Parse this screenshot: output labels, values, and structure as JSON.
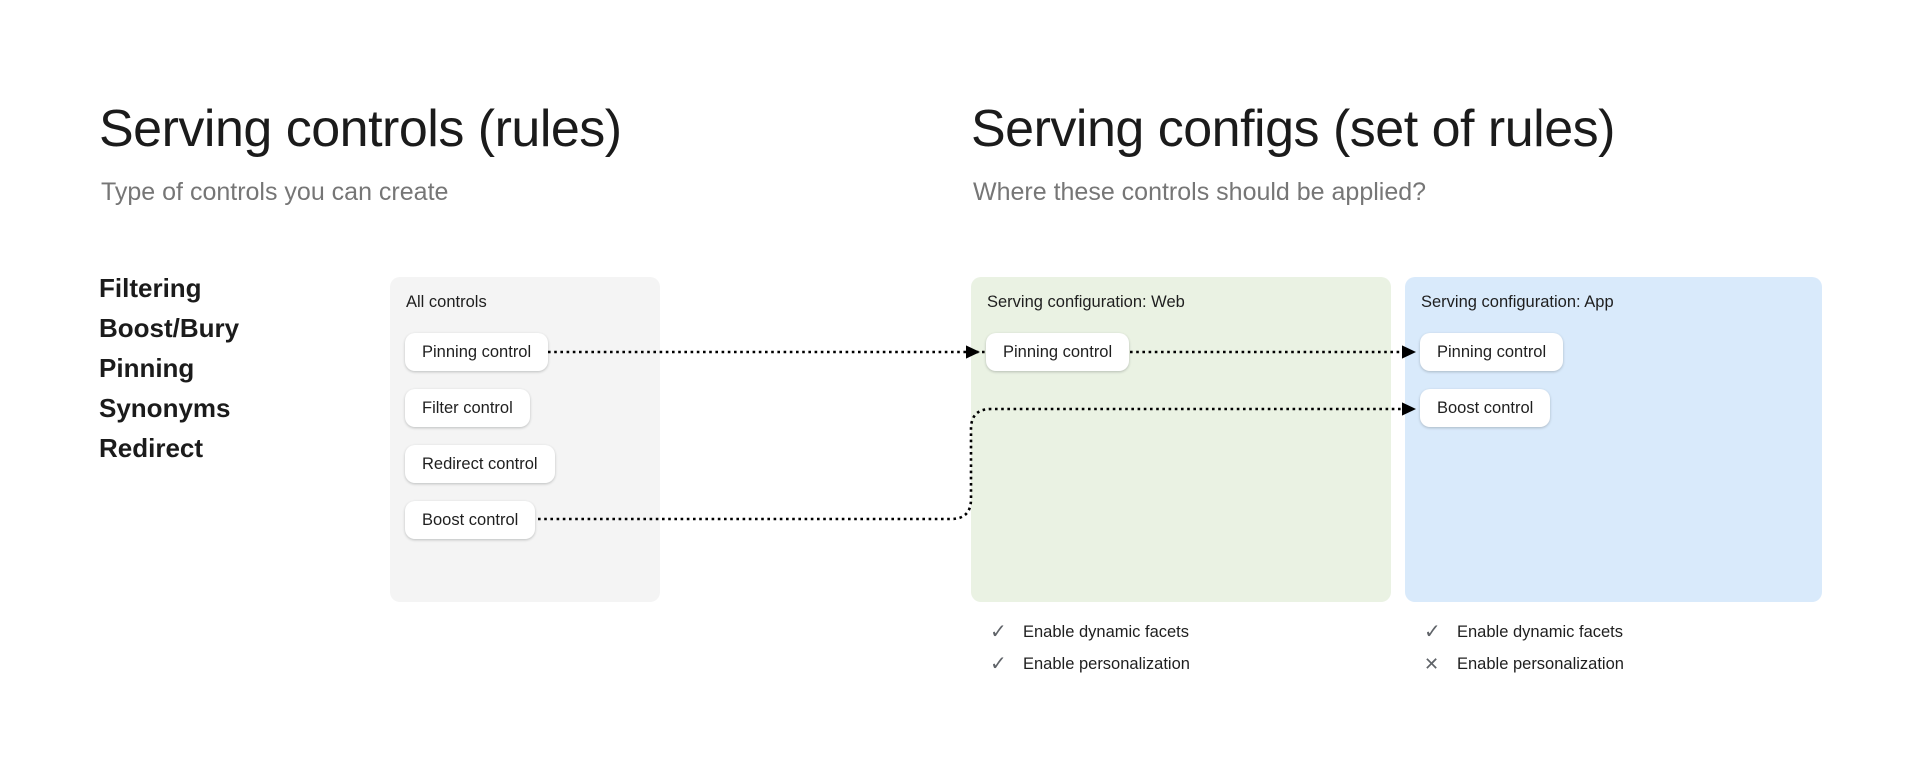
{
  "left_panel": {
    "title": "Serving controls (rules)",
    "subtitle": "Type of controls you can create",
    "control_types": [
      "Filtering",
      "Boost/Bury",
      "Pinning",
      "Synonyms",
      "Redirect"
    ]
  },
  "right_panel": {
    "title": "Serving configs (set of rules)",
    "subtitle": "Where these controls should be applied?"
  },
  "all_controls_card": {
    "title": "All controls",
    "controls": [
      "Pinning control",
      "Filter control",
      "Redirect control",
      "Boost control"
    ]
  },
  "web_config_card": {
    "title": "Serving configuration: Web",
    "controls": [
      "Pinning control"
    ],
    "features": [
      {
        "icon": "check",
        "label": "Enable dynamic facets"
      },
      {
        "icon": "check",
        "label": "Enable personalization"
      }
    ]
  },
  "app_config_card": {
    "title": "Serving configuration: App",
    "controls": [
      "Pinning control",
      "Boost control"
    ],
    "features": [
      {
        "icon": "check",
        "label": "Enable dynamic facets"
      },
      {
        "icon": "cross",
        "label": "Enable personalization"
      }
    ]
  },
  "connections": [
    {
      "from": "All controls / Pinning control",
      "to": "Serving configuration: Web / Pinning control",
      "style": "dotted-arrow"
    },
    {
      "from": "Serving configuration: Web / Pinning control",
      "to": "Serving configuration: App / Pinning control",
      "style": "dotted-arrow"
    },
    {
      "from": "All controls / Boost control",
      "to": "Serving configuration: App / Boost control",
      "style": "dotted-arrow"
    }
  ],
  "colors": {
    "background": "#ffffff",
    "heading": "#1b1b1b",
    "subtitle": "#767676",
    "all_controls_card_bg": "#f4f4f4",
    "web_card_bg": "#eaf2e3",
    "app_card_bg": "#d9eafb",
    "chip_bg": "#ffffff",
    "text": "#1f1f1f",
    "feature_icon": "#5f6368",
    "arrow": "#000000"
  },
  "icons": {
    "check": "✓",
    "cross": "✕"
  }
}
